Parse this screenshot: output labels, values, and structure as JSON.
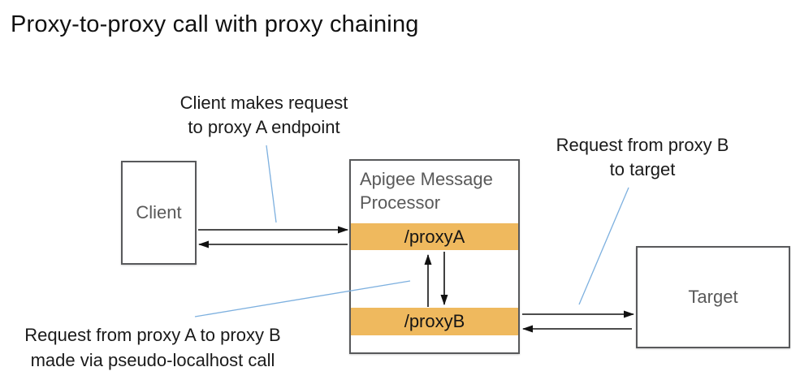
{
  "title": "Proxy-to-proxy call with proxy chaining",
  "colors": {
    "bar": "#EFB95E",
    "border": "#58595B",
    "gray": "#595959",
    "arrow": "#111111",
    "callout": "#7DB0DF"
  },
  "nodes": {
    "client": {
      "label": "Client"
    },
    "processor": {
      "label": "Apigee Message Processor",
      "endpoints": [
        {
          "label": "/proxyA"
        },
        {
          "label": "/proxyB"
        }
      ]
    },
    "target": {
      "label": "Target"
    }
  },
  "annotations": {
    "client_request": {
      "line1": "Client makes request",
      "line2": "to proxy A endpoint"
    },
    "target_request": {
      "line1": "Request from proxy B",
      "line2": "to target"
    },
    "chaining_note": {
      "line1": "Request from proxy A to proxy B",
      "line2": "made via pseudo-localhost call"
    }
  }
}
